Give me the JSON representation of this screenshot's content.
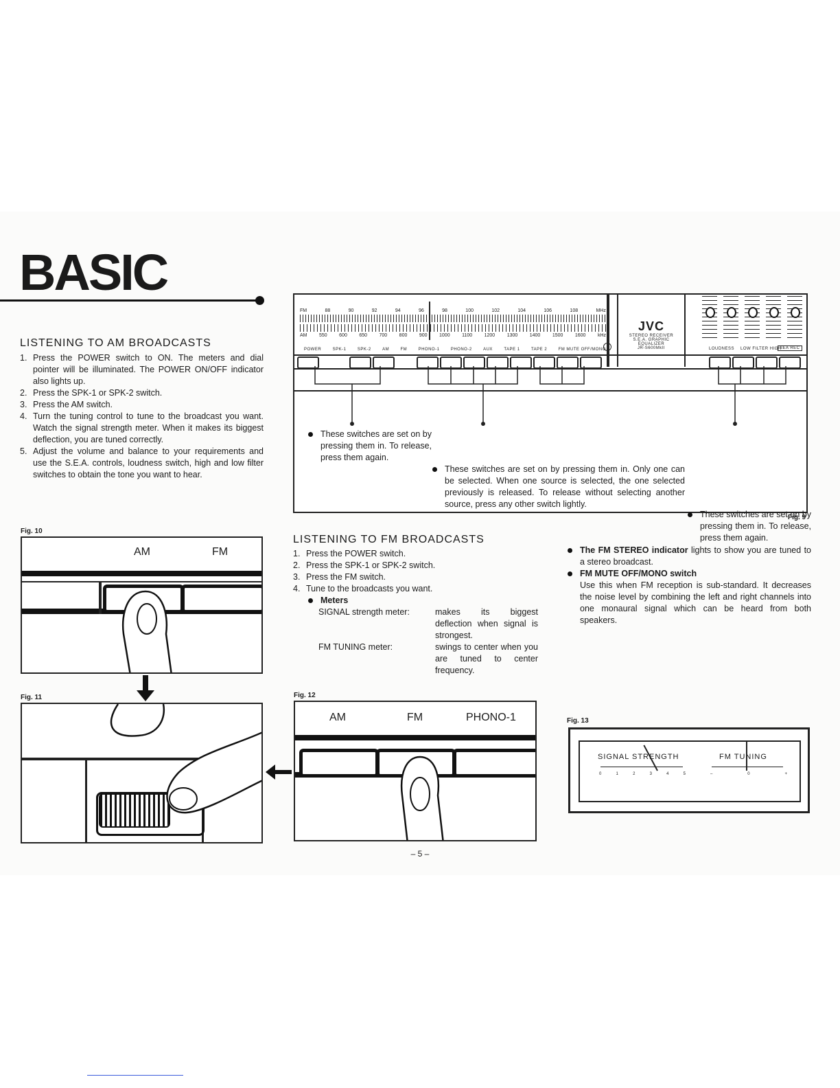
{
  "title": "BASIC",
  "am_section": {
    "heading": "LISTENING TO AM BROADCASTS",
    "steps": [
      {
        "num": "1.",
        "text": "Press the POWER switch to ON. The meters and dial pointer will be illuminated. The POWER ON/OFF indicator also lights up."
      },
      {
        "num": "2.",
        "text": "Press the SPK-1 or SPK-2 switch."
      },
      {
        "num": "3.",
        "text": "Press the AM switch."
      },
      {
        "num": "4.",
        "text": "Turn the tuning control to tune to the broadcast you want. Watch the signal strength meter. When it makes its biggest deflection, you are tuned correctly."
      },
      {
        "num": "5.",
        "text": "Adjust the volume and balance to your requirements and use the S.E.A. controls, loudness switch, high and low filter switches to obtain the tone you want to hear."
      }
    ]
  },
  "fig9": {
    "label": "Fig. 9",
    "fm_scale": [
      "FM",
      "88",
      "90",
      "92",
      "94",
      "96",
      "98",
      "100",
      "102",
      "104",
      "106",
      "108",
      "MHz"
    ],
    "am_scale": [
      "AM",
      "550",
      "600",
      "650",
      "700",
      "800",
      "900",
      "1000",
      "1100",
      "1200",
      "1300",
      "1400",
      "1500",
      "1600",
      "kHz"
    ],
    "switch_labels": [
      "POWER",
      "SPK-1",
      "SPK-2",
      "AM",
      "FM",
      "PHONO-1",
      "PHONO-2",
      "AUX",
      "TAPE 1",
      "TAPE 2",
      "FM MUTE OFF/MONO"
    ],
    "brand": "JVC",
    "brand_sub1": "STEREO RECEIVER",
    "brand_sub2": "S.E.A. GRAPHIC EQUALIZER",
    "brand_sub3": "JR-S600MkII",
    "eq_label_left": "LOUDNESS",
    "eq_label_mid": "LOW FILTER HIGH",
    "eq_badge": "SEA REC",
    "notes": [
      "These switches are set on by pressing them in. To release, press them again.",
      "These switches are set on by pressing them in. Only one can be selected. When one source is selected, the one selected previously is released. To release without selecting another source, press any other switch lightly.",
      "These switches are set on by pressing them in. To release, press them again."
    ]
  },
  "fig10": {
    "label": "Fig. 10",
    "am": "AM",
    "fm": "FM"
  },
  "fig11": {
    "label": "Fig. 11"
  },
  "fm_section": {
    "heading": "LISTENING TO FM BROADCASTS",
    "steps": [
      {
        "num": "1.",
        "text": "Press the POWER switch."
      },
      {
        "num": "2.",
        "text": "Press the SPK-1 or SPK-2 switch."
      },
      {
        "num": "3.",
        "text": "Press the FM switch."
      },
      {
        "num": "4.",
        "text": "Tune to the broadcasts you want."
      }
    ],
    "meters_title": "Meters",
    "meters": [
      {
        "name": "SIGNAL strength meter:",
        "desc": "makes its biggest deflection when signal is strongest."
      },
      {
        "name": "FM TUNING meter:",
        "desc": "swings to center when you are tuned to center frequency."
      }
    ],
    "stereo_title": "The FM STEREO indicator",
    "stereo_text": "lights to show you are tuned to a stereo broadcast.",
    "mute_title": "FM MUTE OFF/MONO switch",
    "mute_text": "Use this when FM reception is sub-standard. It decreases the noise level by combining the left and right channels into one monaural signal which can be heard from both speakers."
  },
  "fig12": {
    "label": "Fig. 12",
    "am": "AM",
    "fm": "FM",
    "phono": "PHONO-1"
  },
  "fig13": {
    "label": "Fig. 13",
    "signal": "SIGNAL STRENGTH",
    "tuning": "FM TUNING",
    "signal_ticks": [
      "0",
      "1",
      "2",
      "3",
      "4",
      "5"
    ],
    "tuning_ticks": [
      "–",
      "0",
      "+"
    ]
  },
  "page_number": "– 5 –"
}
